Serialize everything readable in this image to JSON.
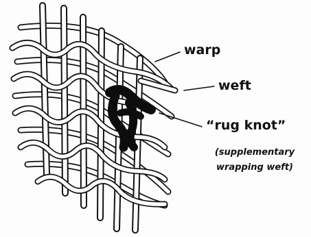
{
  "labels": {
    "warp": "warp",
    "weft": "weft",
    "rug_knot": "“rug knot”",
    "supplementary_line1": "(supplementary",
    "supplementary_line2": "wrapping weft)"
  },
  "colors": {
    "ink": "#111111",
    "fill": "#ffffff",
    "knot": "#0d0d0d"
  }
}
